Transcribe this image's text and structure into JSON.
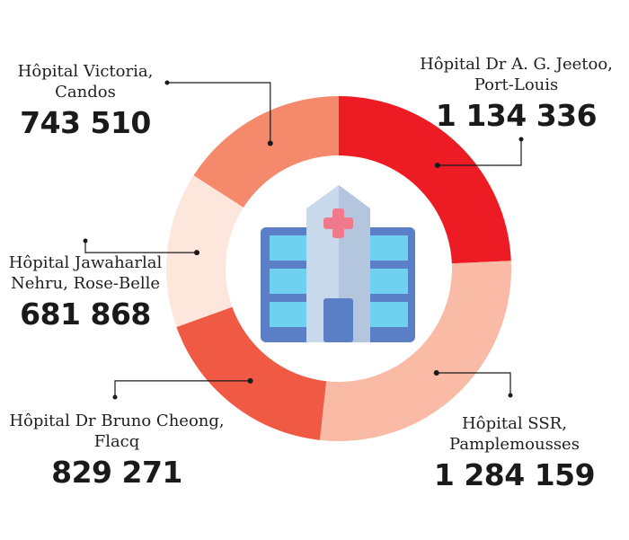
{
  "chart_data": {
    "type": "donut",
    "title": "",
    "categories": [
      "Hôpital Dr A. G. Jeetoo, Port-Louis",
      "Hôpital SSR, Pamplemousses",
      "Hôpital Dr Bruno Cheong, Flacq",
      "Hôpital Jawaharlal Nehru, Rose-Belle",
      "Hôpital Victoria, Candos"
    ],
    "values": [
      1134336,
      1284159,
      829271,
      681868,
      743510
    ],
    "colors": [
      "#ed1c24",
      "#f9bba6",
      "#f05a45",
      "#fde6dc",
      "#f48a6b"
    ],
    "labels": [
      {
        "name_line1": "Hôpital Dr A. G. Jeetoo,",
        "name_line2": "Port-Louis",
        "value_text": "1 134 336"
      },
      {
        "name_line1": "Hôpital SSR,",
        "name_line2": "Pamplemousses",
        "value_text": "1 284 159"
      },
      {
        "name_line1": "Hôpital Dr Bruno Cheong,",
        "name_line2": "Flacq",
        "value_text": "829 271"
      },
      {
        "name_line1": "Hôpital Jawaharlal",
        "name_line2": "Nehru, Rose-Belle",
        "value_text": "681 868"
      },
      {
        "name_line1": "Hôpital Victoria,",
        "name_line2": "Candos",
        "value_text": "743 510"
      }
    ]
  },
  "icon": {
    "name": "hospital-icon",
    "tower_color": "#c9d9ec",
    "tower_shade": "#b3c6dd",
    "wing_color": "#5b7fc7",
    "window_color": "#6fd0f0",
    "cross_color": "#f07a8c",
    "door_color": "#5b7fc7"
  }
}
